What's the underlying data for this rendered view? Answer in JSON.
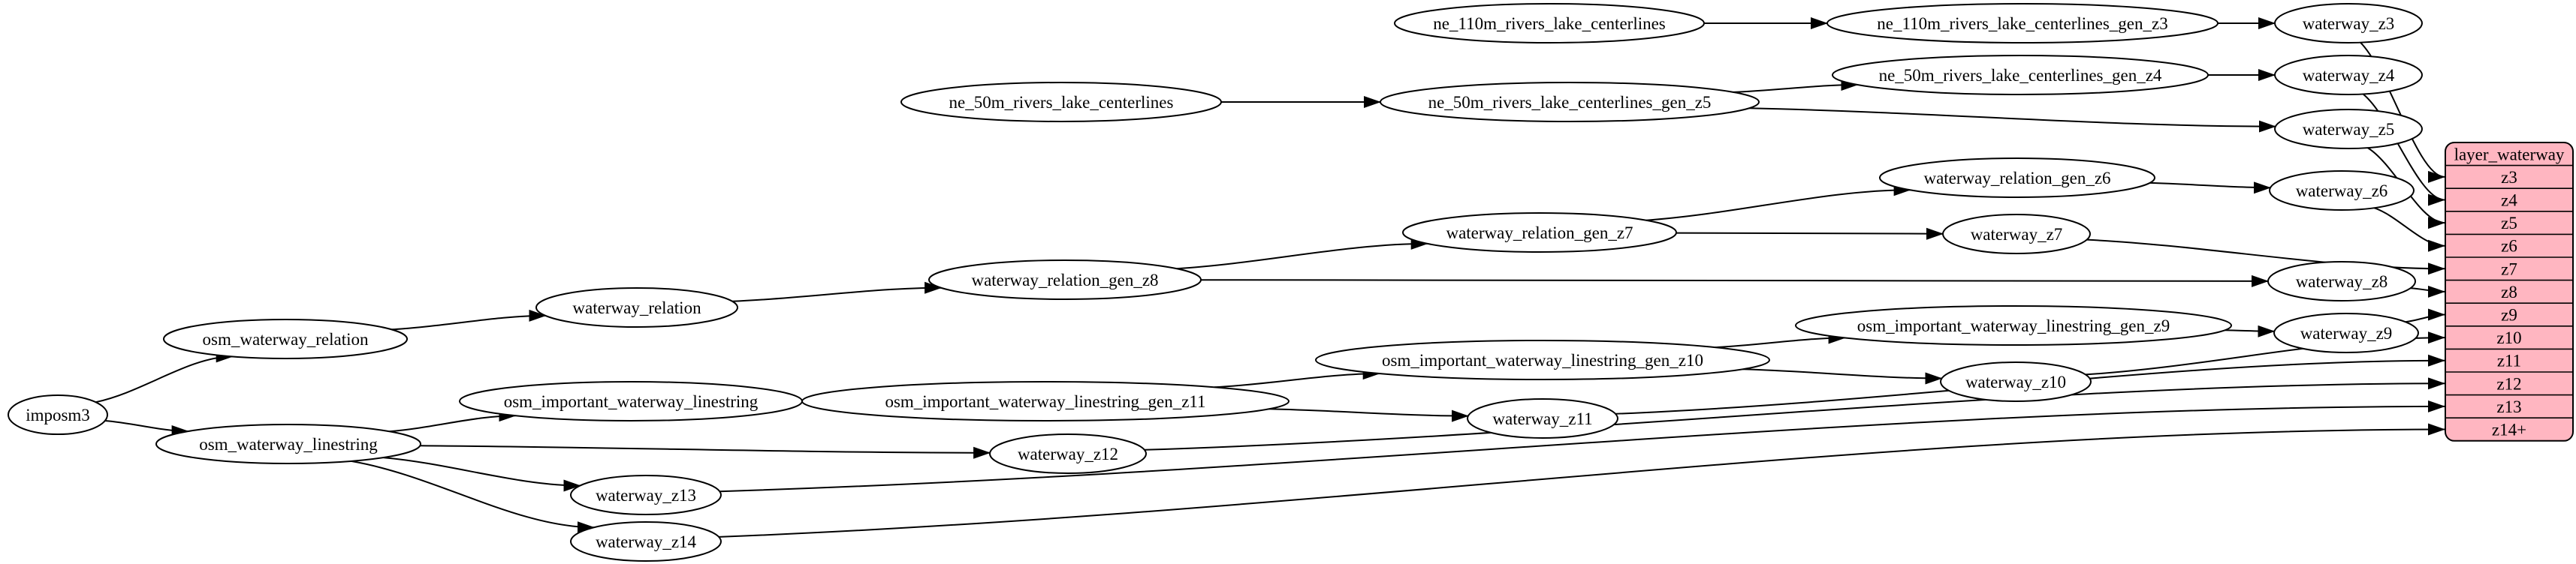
{
  "diagram": {
    "type": "graphviz-digraph",
    "background_color": "#ffffff",
    "node_fill": "#ffffff",
    "node_stroke": "#000000",
    "edge_color": "#000000",
    "nodes": [
      {
        "id": "imposm3",
        "label": "imposm3"
      },
      {
        "id": "osm_waterway_relation",
        "label": "osm_waterway_relation"
      },
      {
        "id": "osm_waterway_linestring",
        "label": "osm_waterway_linestring"
      },
      {
        "id": "waterway_relation",
        "label": "waterway_relation"
      },
      {
        "id": "osm_important_waterway_linestring",
        "label": "osm_important_waterway_linestring"
      },
      {
        "id": "waterway_relation_gen_z8",
        "label": "waterway_relation_gen_z8"
      },
      {
        "id": "waterway_relation_gen_z7",
        "label": "waterway_relation_gen_z7"
      },
      {
        "id": "waterway_relation_gen_z6",
        "label": "waterway_relation_gen_z6"
      },
      {
        "id": "osm_important_waterway_linestring_gen_z11",
        "label": "osm_important_waterway_linestring_gen_z11"
      },
      {
        "id": "osm_important_waterway_linestring_gen_z10",
        "label": "osm_important_waterway_linestring_gen_z10"
      },
      {
        "id": "osm_important_waterway_linestring_gen_z9",
        "label": "osm_important_waterway_linestring_gen_z9"
      },
      {
        "id": "ne_110m_rivers_lake_centerlines",
        "label": "ne_110m_rivers_lake_centerlines"
      },
      {
        "id": "ne_110m_rivers_lake_centerlines_gen_z3",
        "label": "ne_110m_rivers_lake_centerlines_gen_z3"
      },
      {
        "id": "ne_50m_rivers_lake_centerlines",
        "label": "ne_50m_rivers_lake_centerlines"
      },
      {
        "id": "ne_50m_rivers_lake_centerlines_gen_z5",
        "label": "ne_50m_rivers_lake_centerlines_gen_z5"
      },
      {
        "id": "ne_50m_rivers_lake_centerlines_gen_z4",
        "label": "ne_50m_rivers_lake_centerlines_gen_z4"
      },
      {
        "id": "waterway_z3",
        "label": "waterway_z3"
      },
      {
        "id": "waterway_z4",
        "label": "waterway_z4"
      },
      {
        "id": "waterway_z5",
        "label": "waterway_z5"
      },
      {
        "id": "waterway_z6",
        "label": "waterway_z6"
      },
      {
        "id": "waterway_z7",
        "label": "waterway_z7"
      },
      {
        "id": "waterway_z8",
        "label": "waterway_z8"
      },
      {
        "id": "waterway_z9",
        "label": "waterway_z9"
      },
      {
        "id": "waterway_z10",
        "label": "waterway_z10"
      },
      {
        "id": "waterway_z11",
        "label": "waterway_z11"
      },
      {
        "id": "waterway_z12",
        "label": "waterway_z12"
      },
      {
        "id": "waterway_z13",
        "label": "waterway_z13"
      },
      {
        "id": "waterway_z14",
        "label": "waterway_z14"
      }
    ],
    "edges": [
      {
        "from": "imposm3",
        "to": "osm_waterway_relation"
      },
      {
        "from": "imposm3",
        "to": "osm_waterway_linestring"
      },
      {
        "from": "osm_waterway_relation",
        "to": "waterway_relation"
      },
      {
        "from": "waterway_relation",
        "to": "waterway_relation_gen_z8"
      },
      {
        "from": "waterway_relation_gen_z8",
        "to": "waterway_relation_gen_z7"
      },
      {
        "from": "waterway_relation_gen_z8",
        "to": "waterway_z8"
      },
      {
        "from": "waterway_relation_gen_z7",
        "to": "waterway_relation_gen_z6"
      },
      {
        "from": "waterway_relation_gen_z7",
        "to": "waterway_z7"
      },
      {
        "from": "waterway_relation_gen_z6",
        "to": "waterway_z6"
      },
      {
        "from": "osm_waterway_linestring",
        "to": "osm_important_waterway_linestring"
      },
      {
        "from": "osm_waterway_linestring",
        "to": "waterway_z12"
      },
      {
        "from": "osm_waterway_linestring",
        "to": "waterway_z13"
      },
      {
        "from": "osm_waterway_linestring",
        "to": "waterway_z14"
      },
      {
        "from": "osm_important_waterway_linestring",
        "to": "osm_important_waterway_linestring_gen_z11"
      },
      {
        "from": "osm_important_waterway_linestring_gen_z11",
        "to": "osm_important_waterway_linestring_gen_z10"
      },
      {
        "from": "osm_important_waterway_linestring_gen_z11",
        "to": "waterway_z11"
      },
      {
        "from": "osm_important_waterway_linestring_gen_z10",
        "to": "osm_important_waterway_linestring_gen_z9"
      },
      {
        "from": "osm_important_waterway_linestring_gen_z10",
        "to": "waterway_z10"
      },
      {
        "from": "osm_important_waterway_linestring_gen_z9",
        "to": "waterway_z9"
      },
      {
        "from": "ne_110m_rivers_lake_centerlines",
        "to": "ne_110m_rivers_lake_centerlines_gen_z3"
      },
      {
        "from": "ne_110m_rivers_lake_centerlines_gen_z3",
        "to": "waterway_z3"
      },
      {
        "from": "ne_50m_rivers_lake_centerlines",
        "to": "ne_50m_rivers_lake_centerlines_gen_z5"
      },
      {
        "from": "ne_50m_rivers_lake_centerlines_gen_z5",
        "to": "ne_50m_rivers_lake_centerlines_gen_z4"
      },
      {
        "from": "ne_50m_rivers_lake_centerlines_gen_z5",
        "to": "waterway_z5"
      },
      {
        "from": "ne_50m_rivers_lake_centerlines_gen_z4",
        "to": "waterway_z4"
      },
      {
        "from": "waterway_z3",
        "to_row": "z3"
      },
      {
        "from": "waterway_z4",
        "to_row": "z4"
      },
      {
        "from": "waterway_z5",
        "to_row": "z5"
      },
      {
        "from": "waterway_z6",
        "to_row": "z6"
      },
      {
        "from": "waterway_z7",
        "to_row": "z7"
      },
      {
        "from": "waterway_z8",
        "to_row": "z8"
      },
      {
        "from": "waterway_z9",
        "to_row": "z9"
      },
      {
        "from": "waterway_z10",
        "to_row": "z10"
      },
      {
        "from": "waterway_z11",
        "to_row": "z11"
      },
      {
        "from": "waterway_z12",
        "to_row": "z12"
      },
      {
        "from": "waterway_z13",
        "to_row": "z13"
      },
      {
        "from": "waterway_z14",
        "to_row": "z14+"
      }
    ],
    "table": {
      "title": "layer_waterway",
      "fill": "#ffb6c1",
      "rows": [
        "z3",
        "z4",
        "z5",
        "z6",
        "z7",
        "z8",
        "z9",
        "z10",
        "z11",
        "z12",
        "z13",
        "z14+"
      ]
    }
  }
}
